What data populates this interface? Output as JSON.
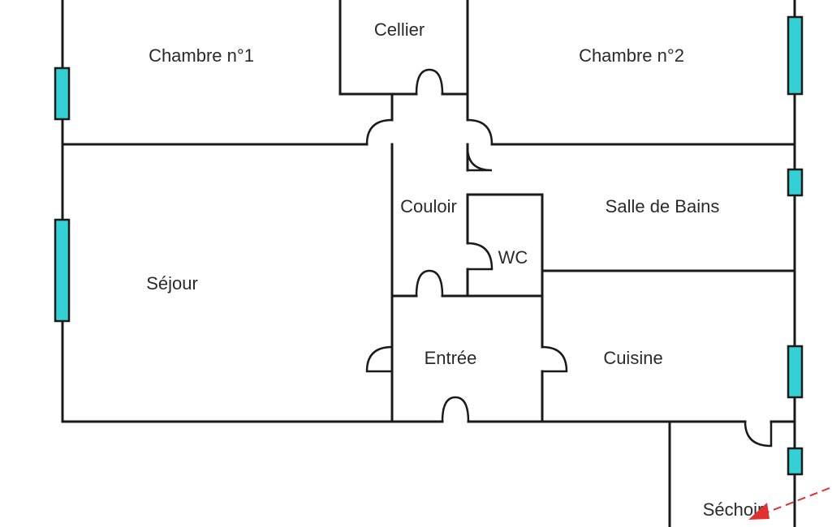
{
  "rooms": {
    "chambre1": "Chambre n°1",
    "cellier": "Cellier",
    "chambre2": "Chambre n°2",
    "couloir": "Couloir",
    "salle_de_bains": "Salle de Bains",
    "wc": "WC",
    "sejour": "Séjour",
    "entree": "Entrée",
    "cuisine": "Cuisine",
    "sechoir": "Séchoir"
  },
  "colors": {
    "wall": "#1a1a1a",
    "window": "#34d1d4",
    "arrow": "#e03030"
  },
  "icons": {
    "door": "door-swing-icon",
    "window": "window-icon",
    "arrow": "direction-arrow-icon"
  }
}
